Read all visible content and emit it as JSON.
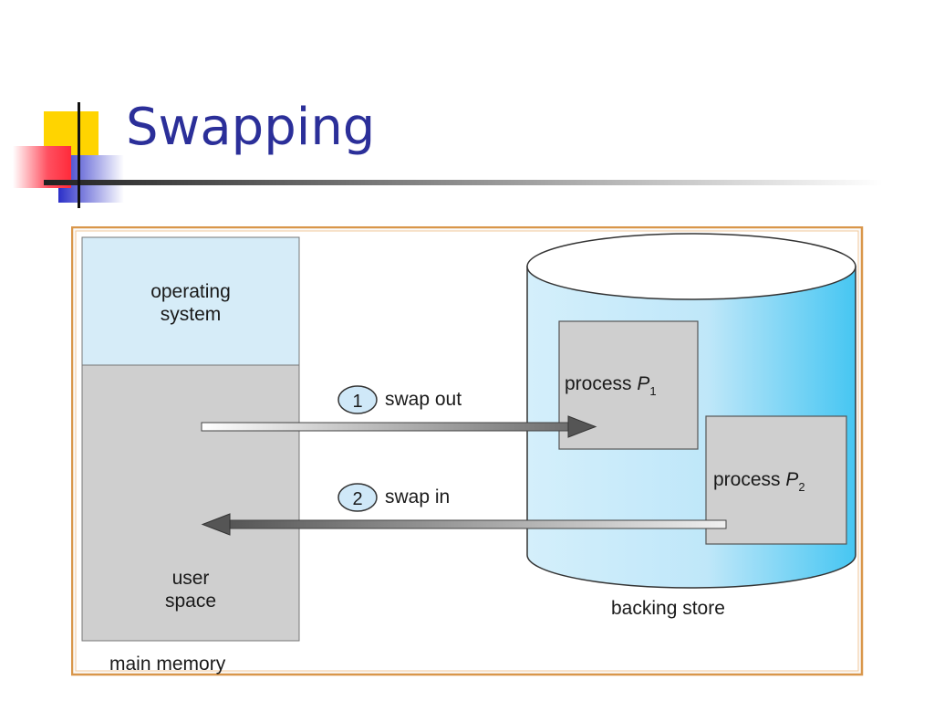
{
  "slide": {
    "title": "Swapping"
  },
  "diagram": {
    "memory": {
      "os_label_line1": "operating",
      "os_label_line2": "system",
      "user_label_line1": "user",
      "user_label_line2": "space",
      "caption": "main memory"
    },
    "store": {
      "p1_text": "process ",
      "p1_var": "P",
      "p1_sub": "1",
      "p2_text": "process ",
      "p2_var": "P",
      "p2_sub": "2",
      "caption": "backing store"
    },
    "steps": [
      {
        "number": "1",
        "label": "swap out"
      },
      {
        "number": "2",
        "label": "swap in"
      }
    ]
  },
  "colors": {
    "title": "#2b2f99",
    "os_fill": "#d6ecf8",
    "user_fill": "#cfcfcf",
    "frame": "#e7a64a",
    "cylinder": "#bfe6f8"
  }
}
